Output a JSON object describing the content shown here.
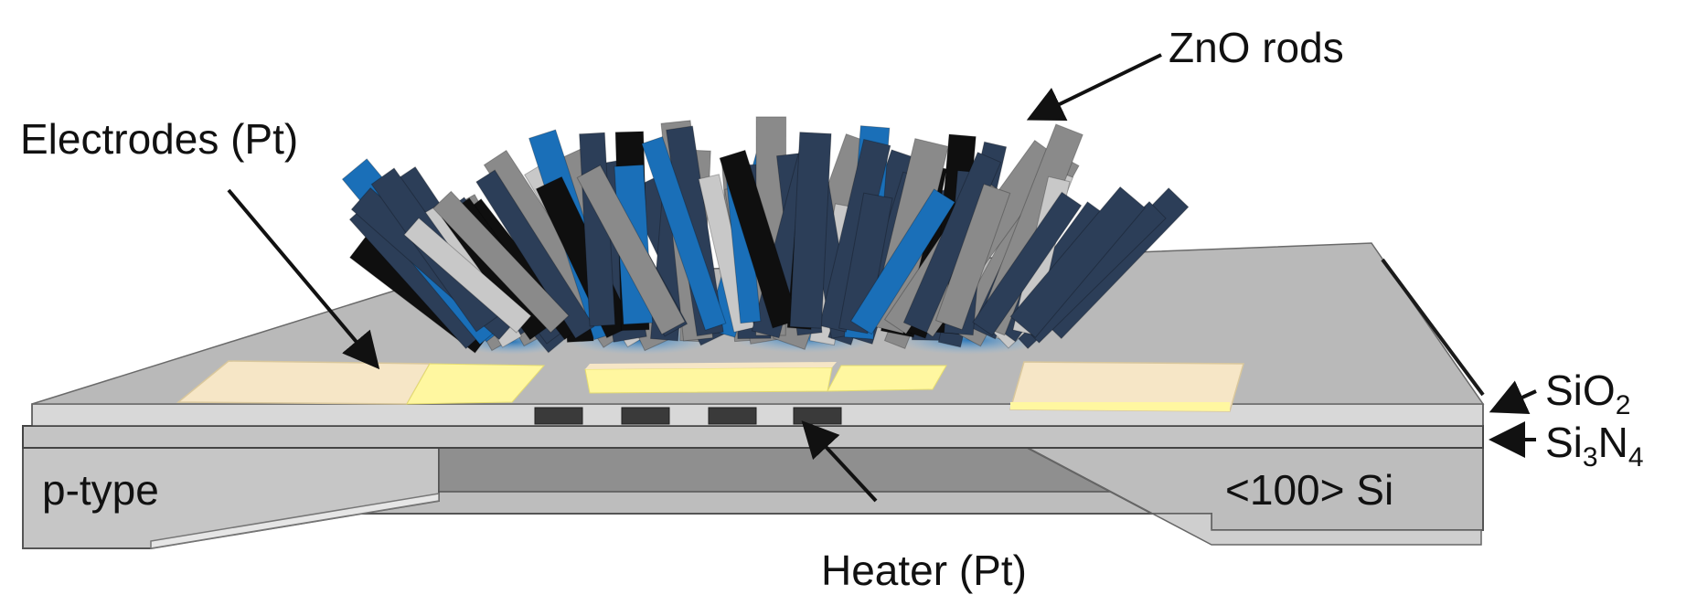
{
  "labels": {
    "zno_rods": "ZnO rods",
    "electrodes": "Electrodes (Pt)",
    "heater": "Heater (Pt)",
    "p_type": "p-type",
    "si_substrate": "<100> Si",
    "sio2": {
      "base": "SiO",
      "sub": "2"
    },
    "si3n4": {
      "base": "Si",
      "sub1": "3",
      "mid": "N",
      "sub2": "4"
    }
  },
  "colors": {
    "top_surface": "#b9b9b9",
    "top_surface_edge": "#1a1a1a",
    "sio2_layer": "#d6d6d6",
    "si3n4_layer": "#c4c4c4",
    "substrate": "#bdbdbd",
    "substrate_dark": "#8f8f8f",
    "electrode": "#f6e6c6",
    "electrode_highlight": "#fff7a0",
    "heater": "#3a3a3a",
    "rod_navy": "#2c3e58",
    "rod_gray": "#8a8a8a",
    "rod_light": "#c8c8c8",
    "rod_blue": "#1a6fb8",
    "rod_black": "#0f0f0f",
    "rod_base_glow": "#3a8fd6",
    "arrow": "#111111"
  },
  "icons": {
    "arrow": "arrow-icon"
  }
}
